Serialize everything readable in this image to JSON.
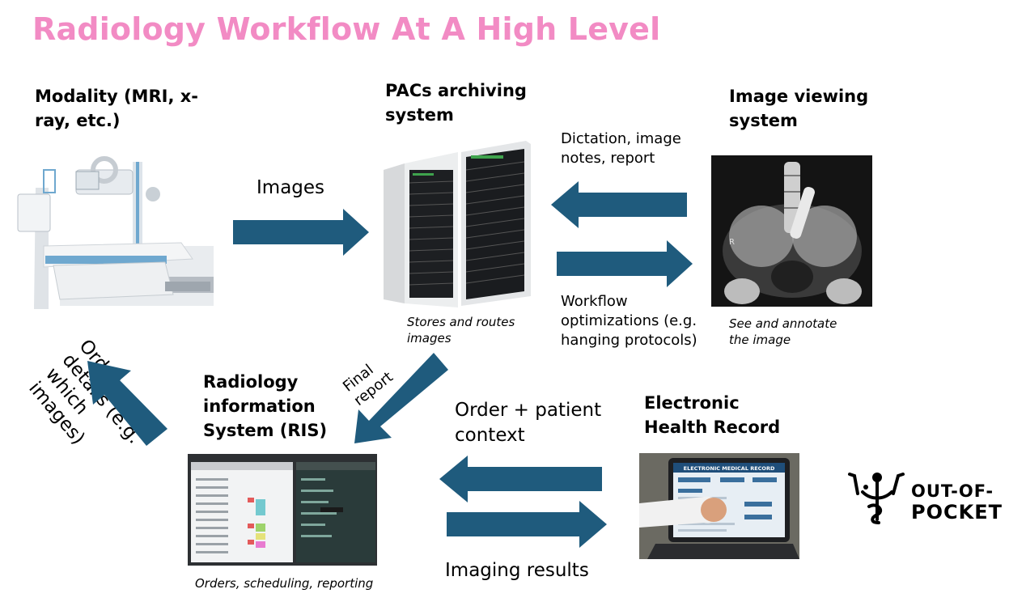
{
  "title": "Radiology Workflow At A High Level",
  "nodes": {
    "modality": {
      "heading": "Modality (MRI, x-ray, etc.)"
    },
    "pacs": {
      "heading": "PACs archiving system",
      "caption": "Stores and routes images"
    },
    "viewer": {
      "heading": "Image viewing system",
      "caption": "See and annotate the image",
      "xray_marker": "R"
    },
    "ris": {
      "heading": "Radiology information System  (RIS)",
      "caption": "Orders, scheduling, reporting"
    },
    "ehr": {
      "heading": "Electronic Health Record",
      "screen_title": "ELECTRONIC MEDICAL RECORD"
    }
  },
  "flows": {
    "images": "Images",
    "dictation": "Dictation, image notes, report",
    "workflow": "Workflow optimizations (e.g. hanging protocols)",
    "final_report": "Final report",
    "order_details": "Order details (e.g. which images)",
    "order_context": "Order + patient context",
    "imaging_results": "Imaging results"
  },
  "logo": {
    "line1": "OUT-OF-",
    "line2": "POCKET"
  },
  "colors": {
    "title": "#f28bc4",
    "arrow": "#1f5b7d"
  }
}
